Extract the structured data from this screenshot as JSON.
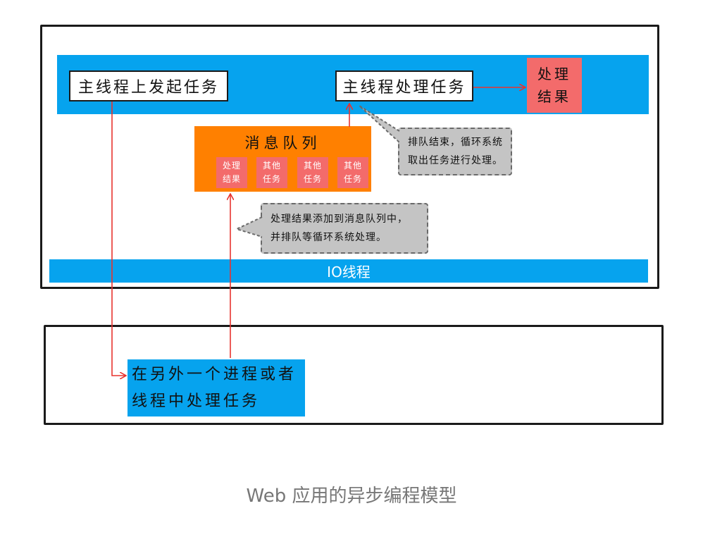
{
  "main_thread": {
    "start_task": "主线程上发起任务",
    "handle_task": "主线程处理任务",
    "result": [
      "处理",
      "结果"
    ]
  },
  "message_queue": {
    "title": "消息队列",
    "items": [
      {
        "line1": "处理",
        "line2": "结果"
      },
      {
        "line1": "其他",
        "line2": "任务"
      },
      {
        "line1": "其他",
        "line2": "任务"
      },
      {
        "line1": "其他",
        "line2": "任务"
      }
    ]
  },
  "notes": {
    "loop": [
      "排队结束，循环系统",
      "取出任务进行处理。"
    ],
    "enqueue": [
      "处理结果添加到消息队列中，",
      "并排队等循环系统处理。"
    ]
  },
  "io_thread": "IO线程",
  "other_process": [
    "在另外一个进程或者",
    "线程中处理任务"
  ],
  "caption": "Web 应用的异步编程模型",
  "colors": {
    "blue": "#06a3ee",
    "orange": "#ff8000",
    "red": "#f36b6b",
    "arrow": "#e8332f",
    "gray": "#c4c4c4"
  }
}
